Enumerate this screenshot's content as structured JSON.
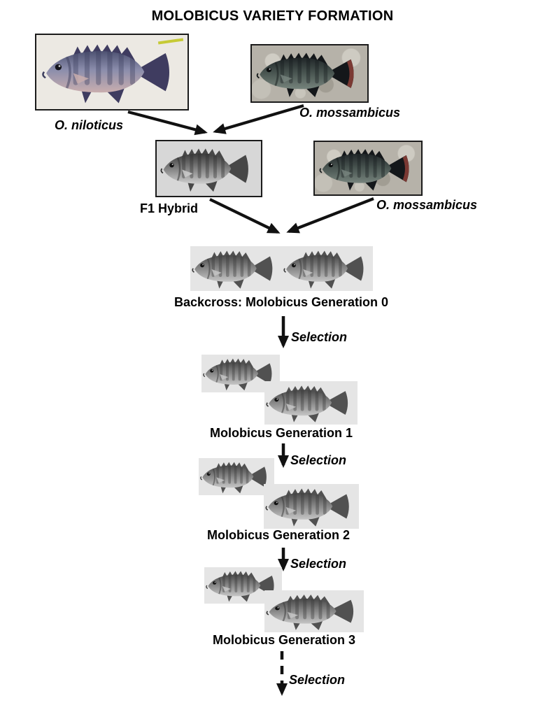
{
  "title": "MOLOBICUS VARIETY FORMATION",
  "nodes": {
    "niloticus": {
      "label": "O. niloticus"
    },
    "mossambicus_top": {
      "label": "O. mossambicus"
    },
    "f1_hybrid": {
      "label": "F1 Hybrid"
    },
    "mossambicus_mid": {
      "label": "O. mossambicus"
    }
  },
  "generations": [
    {
      "label": "Backcross: Molobicus Generation 0",
      "fish_count": 2
    },
    {
      "label": "Molobicus Generation 1",
      "fish_count": 2
    },
    {
      "label": "Molobicus Generation 2",
      "fish_count": 2
    },
    {
      "label": "Molobicus Generation 3",
      "fish_count": 2
    }
  ],
  "selection_steps": [
    {
      "label": "Selection",
      "arrow": "solid"
    },
    {
      "label": "Selection",
      "arrow": "solid"
    },
    {
      "label": "Selection",
      "arrow": "solid"
    },
    {
      "label": "Selection",
      "arrow": "dashed"
    }
  ],
  "icons": {
    "niloticus_fish": "tilapia-photo-blue-purple",
    "mossambicus_fish": "tilapia-photo-dark-on-concrete",
    "hybrid_fish": "tilapia-grayscale-photo",
    "generation_fish": "tilapia-grayscale-cutout"
  },
  "colors": {
    "arrow": "#111111",
    "photo_border": "#1b1b1b",
    "text": "#000000"
  },
  "fish_palettes": {
    "niloticus": {
      "bg": "#ece9e3",
      "top": "#4e5272",
      "mid": "#8b8dac",
      "belly": "#c9aeae",
      "stripe": "#3d3f5e",
      "fin": "#3f3c60",
      "eye": "#14141c"
    },
    "mossambicus": {
      "bg": "#b6b2a9",
      "top": "#202628",
      "mid": "#46524e",
      "belly": "#76837c",
      "stripe": "#161b1c",
      "fin": "#14171a",
      "tail_edge": "#7b3933",
      "eye": "#0b0e0f"
    },
    "hybrid": {
      "bg": "#d7d7d7",
      "top": "#3b3b3b",
      "mid": "#7a7a7a",
      "belly": "#cdcdcd",
      "stripe": "#2d2d2d",
      "fin": "#474747",
      "eye": "#111111"
    },
    "generation": {
      "bg": "#e5e5e5",
      "top": "#484848",
      "mid": "#828282",
      "belly": "#c6c6c6",
      "stripe": "#383838",
      "fin": "#515151",
      "eye": "#111111"
    }
  }
}
